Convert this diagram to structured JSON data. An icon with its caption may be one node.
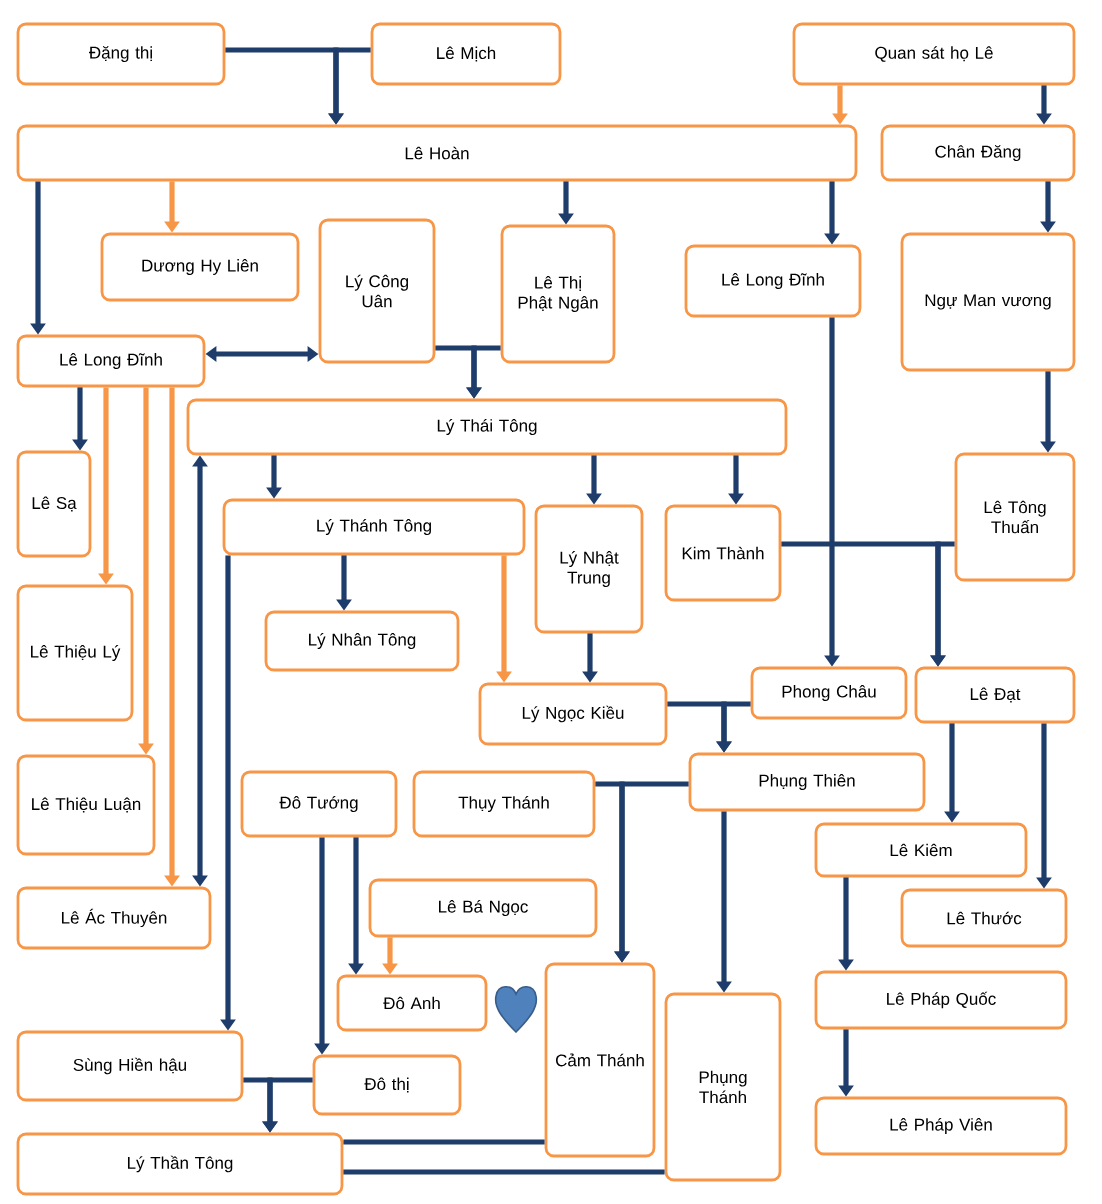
{
  "diagram": {
    "nodes": [
      {
        "text": [
          "Đặng thị"
        ]
      },
      {
        "text": [
          "Lê Mịch"
        ]
      },
      {
        "text": [
          "Quan sát họ Lê"
        ]
      },
      {
        "text": [
          "Lê Hoàn"
        ]
      },
      {
        "text": [
          "Chân Đăng"
        ]
      },
      {
        "text": [
          "Dương Hy Liên"
        ]
      },
      {
        "text": [
          "Lý Công Uân"
        ]
      },
      {
        "text": [
          "Lê Thị Phật Ngân"
        ]
      },
      {
        "text": [
          "Lê Long Đĩnh"
        ]
      },
      {
        "text": [
          "Ngự Man vương"
        ]
      },
      {
        "text": [
          "Lê Long Đĩnh"
        ]
      },
      {
        "text": [
          "Lý Thái Tông"
        ]
      },
      {
        "text": [
          "Lê Sạ"
        ]
      },
      {
        "text": [
          "Lý Thánh Tông"
        ]
      },
      {
        "text": [
          "Lý Nhật Trung"
        ]
      },
      {
        "text": [
          "Kim Thành"
        ]
      },
      {
        "text": [
          "Lê Tông Thuấn"
        ]
      },
      {
        "text": [
          "Lê Thiệu Lý"
        ]
      },
      {
        "text": [
          "Lý Nhân Tông"
        ]
      },
      {
        "text": [
          "Lý Ngọc Kiều"
        ]
      },
      {
        "text": [
          "Phong Châu"
        ]
      },
      {
        "text": [
          "Lê Đạt"
        ]
      },
      {
        "text": [
          "Lê Thiệu Luận"
        ]
      },
      {
        "text": [
          "Đô Tướng"
        ]
      },
      {
        "text": [
          "Thụy Thánh"
        ]
      },
      {
        "text": [
          "Phụng Thiên"
        ]
      },
      {
        "text": [
          "Lê Kiêm"
        ]
      },
      {
        "text": [
          "Lê Bá Ngọc"
        ]
      },
      {
        "text": [
          "Lê Ác Thuyên"
        ]
      },
      {
        "text": [
          "Lê Thước"
        ]
      },
      {
        "text": [
          "Đô Anh"
        ]
      },
      {
        "text": [
          "Cảm Thánh"
        ]
      },
      {
        "text": [
          "Phụng Thánh"
        ]
      },
      {
        "text": [
          "Lê Pháp Quốc"
        ]
      },
      {
        "text": [
          "Sùng Hiền hậu"
        ]
      },
      {
        "text": [
          "Đô thị"
        ]
      },
      {
        "text": [
          "Lê Pháp Viên"
        ]
      },
      {
        "text": [
          "Lý Thần Tông"
        ]
      }
    ],
    "edges": [
      {
        "from": 0,
        "to": 3,
        "arrow": "to"
      },
      {
        "from": 1,
        "to": 3,
        "arrow": "to"
      },
      {
        "from": 2,
        "to": 3,
        "arrow": "to",
        "color": "#f79646"
      },
      {
        "from": 2,
        "to": 4,
        "arrow": "to"
      },
      {
        "from": 3,
        "to": 5,
        "arrow": "to",
        "color": "#f79646"
      },
      {
        "from": 3,
        "to": 7,
        "arrow": "to"
      },
      {
        "from": 3,
        "to": 8,
        "arrow": "to"
      },
      {
        "from": 3,
        "to": 10,
        "arrow": "to"
      },
      {
        "from": 4,
        "to": 9,
        "arrow": "to"
      },
      {
        "from": 10,
        "to": 6,
        "arrow": "both"
      },
      {
        "from": 6,
        "to": 11,
        "arrow": "to"
      },
      {
        "from": 7,
        "to": 11,
        "arrow": "to"
      },
      {
        "from": 9,
        "to": 16,
        "arrow": "to"
      },
      {
        "from": 10,
        "to": 12,
        "arrow": "to"
      },
      {
        "from": 10,
        "to": 17,
        "arrow": "to",
        "color": "#f79646"
      },
      {
        "from": 10,
        "to": 22,
        "arrow": "to",
        "color": "#f79646"
      },
      {
        "from": 10,
        "to": 28,
        "arrow": "to",
        "color": "#f79646"
      },
      {
        "from": 11,
        "to": 28,
        "arrow": "both"
      },
      {
        "from": 11,
        "to": 13,
        "arrow": "to"
      },
      {
        "from": 11,
        "to": 14,
        "arrow": "to"
      },
      {
        "from": 11,
        "to": 15,
        "arrow": "to"
      },
      {
        "from": 13,
        "to": 18,
        "arrow": "to"
      },
      {
        "from": 13,
        "to": 19,
        "arrow": "to",
        "color": "#f79646"
      },
      {
        "from": 13,
        "to": 34,
        "arrow": "to"
      },
      {
        "from": 14,
        "to": 19,
        "arrow": "to"
      },
      {
        "from": 8,
        "to": 20,
        "arrow": "to"
      },
      {
        "from": 15,
        "to": 21,
        "arrow": "to"
      },
      {
        "from": 16,
        "to": 21,
        "arrow": "to"
      },
      {
        "from": 19,
        "to": 25,
        "arrow": "to"
      },
      {
        "from": 20,
        "to": 25,
        "arrow": "to"
      },
      {
        "from": 21,
        "to": 26,
        "arrow": "to"
      },
      {
        "from": 21,
        "to": 29,
        "arrow": "to"
      },
      {
        "from": 24,
        "to": 31,
        "arrow": "to"
      },
      {
        "from": 25,
        "to": 31,
        "arrow": "to"
      },
      {
        "from": 25,
        "to": 32,
        "arrow": "to"
      },
      {
        "from": 26,
        "to": 33,
        "arrow": "to"
      },
      {
        "from": 33,
        "to": 36,
        "arrow": "to"
      },
      {
        "from": 23,
        "to": 35,
        "arrow": "to"
      },
      {
        "from": 23,
        "to": 30,
        "arrow": "to"
      },
      {
        "from": 27,
        "to": 30,
        "arrow": "to",
        "color": "#f79646"
      },
      {
        "from": 34,
        "to": 37,
        "arrow": "to"
      },
      {
        "from": 35,
        "to": 37,
        "arrow": "to"
      },
      {
        "from": 37,
        "to": 31,
        "arrow": "none"
      },
      {
        "from": 37,
        "to": 32,
        "arrow": "none"
      }
    ]
  }
}
